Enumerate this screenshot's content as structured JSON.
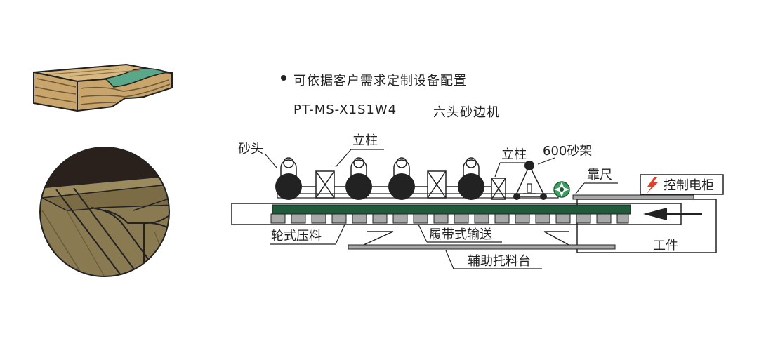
{
  "header": {
    "bullet": "可依据客户需求定制设备配置",
    "model": "PT-MS-X1S1W4",
    "model_name": "六头砂边机"
  },
  "labels": {
    "sanding_head": "砂头",
    "column_1": "立柱",
    "column_2": "立柱",
    "sander_600": "600砂架",
    "fence": "靠尺",
    "control_cabinet": "控制电柜",
    "wheel_press": "轮式压料",
    "track_conveyor": "履带式输送",
    "workpiece": "工件",
    "aux_support": "辅助托料台"
  },
  "colors": {
    "wood": "#c9a46b",
    "wood_grain": "#6b5a3a",
    "wood_dark": "#2a211c",
    "teal": "#5aa88a",
    "track_green": "#1f5a3a",
    "roller": "#222222",
    "pad_gray": "#a8a8a8",
    "bolt_red": "#e0402a"
  },
  "icons": {
    "lightning": "lightning-icon"
  }
}
